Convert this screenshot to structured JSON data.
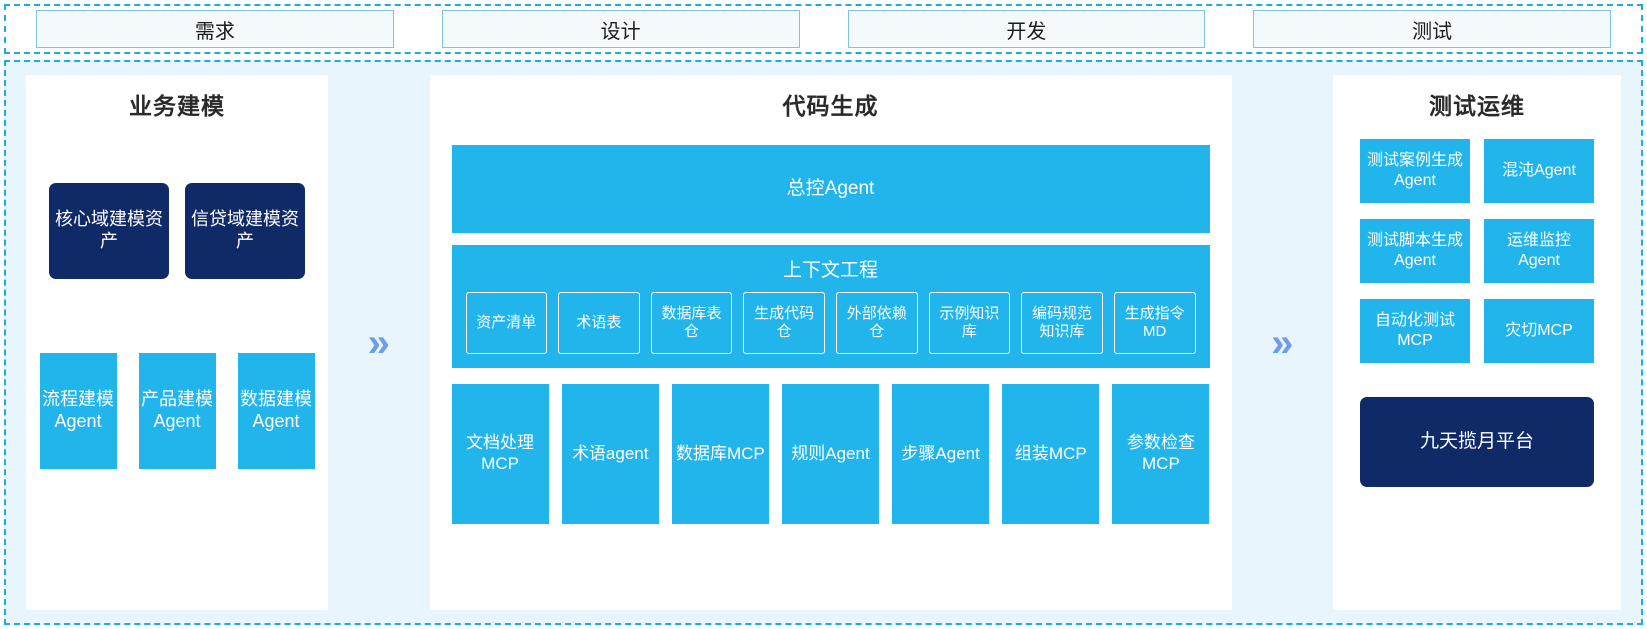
{
  "phases": [
    {
      "label": "需求"
    },
    {
      "label": "设计"
    },
    {
      "label": "开发"
    },
    {
      "label": "测试"
    }
  ],
  "arrows": {
    "glyph_left": "»",
    "glyph_right": "»"
  },
  "colors": {
    "accent_blue": "#21b5ec",
    "dark_navy": "#102a68",
    "stage_background": "#e9f5fd",
    "dashed_border": "#1aace3",
    "arrow": "#6f9cec",
    "phase_box_fill": "#f4f9fc",
    "phase_box_border": "#7ec5e0"
  },
  "left_panel": {
    "title": "业务建模",
    "assets": [
      {
        "label": "核心域建模资产"
      },
      {
        "label": "信贷域建模资产"
      }
    ],
    "agents": [
      {
        "label": "流程建模Agent"
      },
      {
        "label": "产品建模Agent"
      },
      {
        "label": "数据建模Agent"
      }
    ]
  },
  "center_panel": {
    "title": "代码生成",
    "master_agent": {
      "label": "总控Agent"
    },
    "context": {
      "title": "上下文工程",
      "items": [
        {
          "label": "资产清单"
        },
        {
          "label": "术语表"
        },
        {
          "label": "数据库表仓"
        },
        {
          "label": "生成代码仓"
        },
        {
          "label": "外部依赖仓"
        },
        {
          "label": "示例知识库"
        },
        {
          "label": "编码规范知识库"
        },
        {
          "label": "生成指令MD"
        }
      ]
    },
    "tools": [
      {
        "label": "文档处理MCP"
      },
      {
        "label": "术语agent"
      },
      {
        "label": "数据库MCP"
      },
      {
        "label": "规则Agent"
      },
      {
        "label": "步骤Agent"
      },
      {
        "label": "组装MCP"
      },
      {
        "label": "参数检查MCP"
      }
    ]
  },
  "right_panel": {
    "title": "测试运维",
    "items": [
      {
        "label": "测试案例生成Agent"
      },
      {
        "label": "混沌Agent"
      },
      {
        "label": "测试脚本生成Agent"
      },
      {
        "label": "运维监控Agent"
      },
      {
        "label": "自动化测试MCP"
      },
      {
        "label": "灾切MCP"
      }
    ],
    "platform": {
      "label": "九天揽月平台"
    }
  }
}
